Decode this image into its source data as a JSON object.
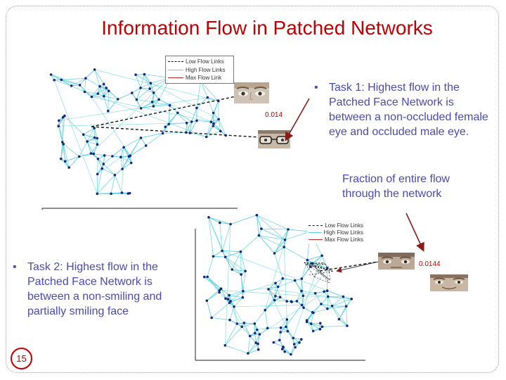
{
  "slide": {
    "title": "Information Flow in Patched Networks",
    "page_number": "15"
  },
  "task1": {
    "bullet": "•",
    "text": "Task 1: Highest flow in the Patched Face Network is between a non-occluded female eye and occluded male eye."
  },
  "task2": {
    "bullet": "•",
    "text": "Task 2: Highest flow in the Patched Face Network is between a non-smiling and partially smiling face"
  },
  "annotation": {
    "text": "Fraction of entire flow through the network"
  },
  "network1": {
    "legend": [
      "Low Flow Links",
      "High Flow Links",
      "Max Flow Link"
    ],
    "flow_value": "0.014"
  },
  "network2": {
    "legend": [
      "Low Flow Links",
      "High Flow Links",
      "Max Flow Links"
    ],
    "flow_value": "0.0144"
  },
  "colors": {
    "title": "#c00000",
    "bullet_text": "#4a4ab0",
    "high_flow_link": "#5bd3db",
    "max_flow_link": "#c62828",
    "arrow": "#8b1a1a",
    "node": "#1a237e"
  }
}
